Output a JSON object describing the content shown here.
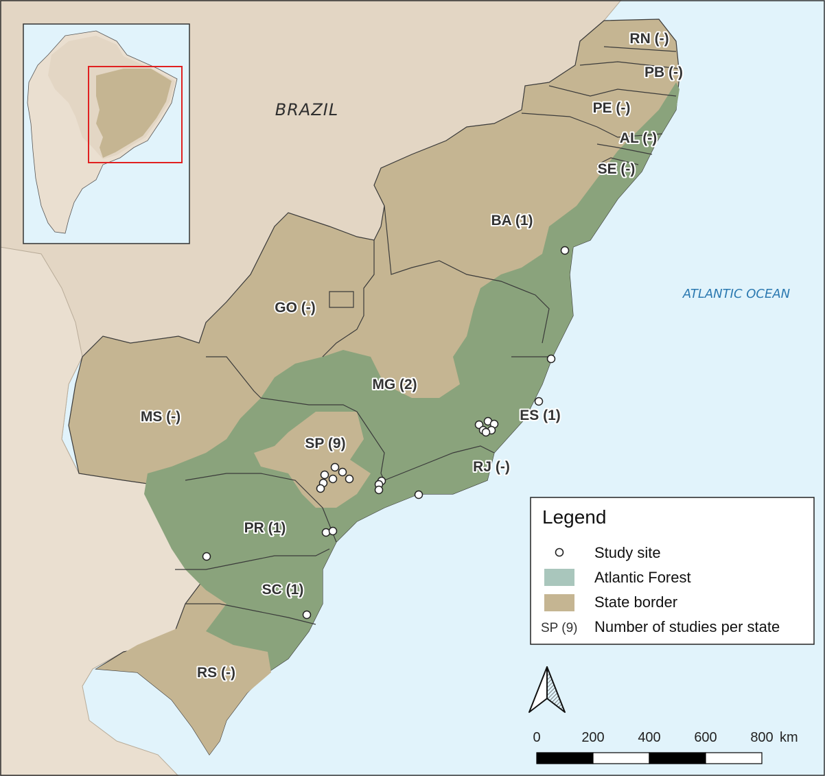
{
  "map": {
    "country_label": "BRAZIL",
    "ocean_label": "ATLANTIC OCEAN",
    "states": [
      {
        "code": "RN",
        "label": "RN (-)"
      },
      {
        "code": "PB",
        "label": "PB (-)"
      },
      {
        "code": "PE",
        "label": "PE (-)"
      },
      {
        "code": "AL",
        "label": "AL (-)"
      },
      {
        "code": "SE",
        "label": "SE (-)"
      },
      {
        "code": "BA",
        "label": "BA (1)"
      },
      {
        "code": "GO",
        "label": "GO (-)"
      },
      {
        "code": "MG",
        "label": "MG (2)"
      },
      {
        "code": "MS",
        "label": "MS (-)"
      },
      {
        "code": "ES",
        "label": "ES (1)"
      },
      {
        "code": "SP",
        "label": "SP (9)"
      },
      {
        "code": "RJ",
        "label": "RJ (-)"
      },
      {
        "code": "PR",
        "label": "PR (1)"
      },
      {
        "code": "SC",
        "label": "SC (1)"
      },
      {
        "code": "RS",
        "label": "RS (-)"
      }
    ],
    "colors": {
      "ocean": "#e1f3fb",
      "land": "#eadfd0",
      "brazil": "#e3d6c4",
      "state": "#c5b592",
      "atlantic_forest": "#8aa37c",
      "state_border": "#3a3a3a",
      "inset_box": "#e02020"
    }
  },
  "legend": {
    "title": "Legend",
    "items": [
      {
        "symbol": "circle",
        "label": "Study site"
      },
      {
        "symbol": "swatch",
        "color": "#a9c6bc",
        "label": "Atlantic Forest"
      },
      {
        "symbol": "swatch",
        "color": "#c5b592",
        "label": "State border"
      },
      {
        "symbol": "text",
        "symbol_text": "SP (9)",
        "label": "Number of studies per state"
      }
    ]
  },
  "scale_bar": {
    "ticks": [
      "0",
      "200",
      "400",
      "600"
    ],
    "last_tick": "800",
    "unit": "km"
  },
  "north_arrow": {
    "icon": "north-arrow-icon"
  }
}
